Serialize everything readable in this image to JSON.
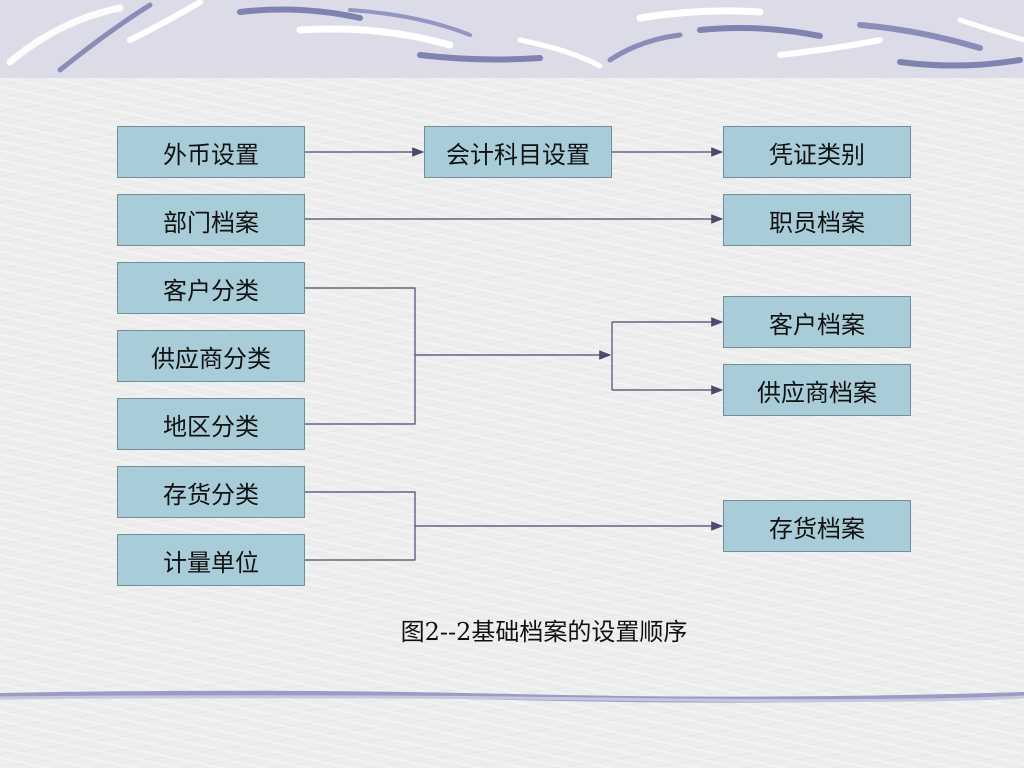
{
  "diagram": {
    "left_nodes": {
      "foreign_currency": "外币设置",
      "department": "部门档案",
      "customer_class": "客户分类",
      "supplier_class": "供应商分类",
      "region_class": "地区分类",
      "inventory_class": "存货分类",
      "unit_of_measure": "计量单位"
    },
    "middle_nodes": {
      "account_subjects": "会计科目设置"
    },
    "right_nodes": {
      "voucher_types": "凭证类别",
      "employee_file": "职员档案",
      "customer_file": "客户档案",
      "supplier_file": "供应商档案",
      "inventory_file": "存货档案"
    },
    "caption": "图2--2基础档案的设置顺序",
    "colors": {
      "box_fill": "#a9cdd8",
      "box_border": "#6f8f9b",
      "connector": "#4a4a6a"
    }
  }
}
